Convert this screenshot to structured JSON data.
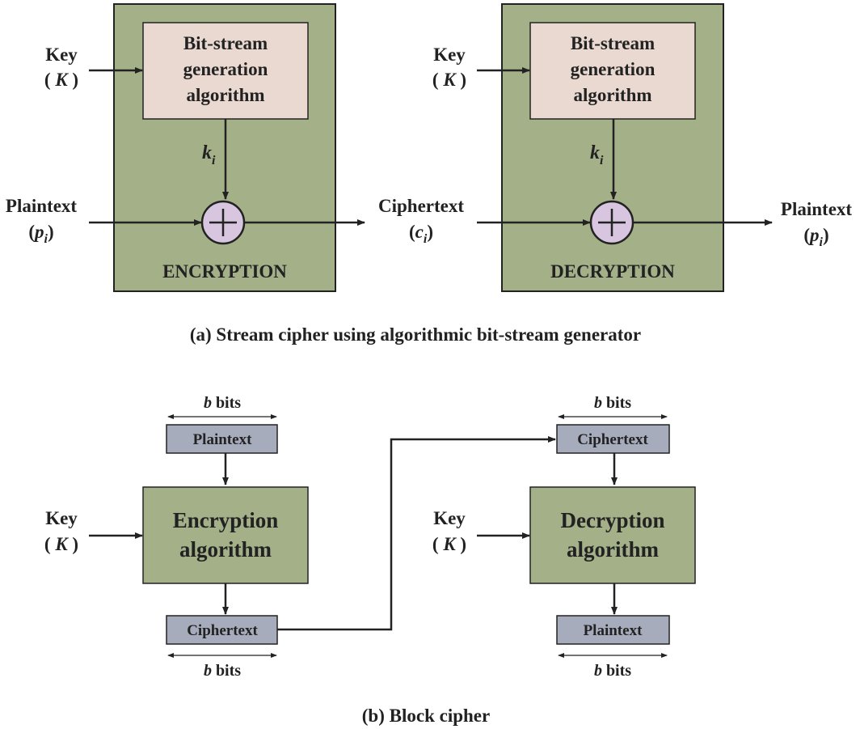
{
  "colors": {
    "outer_panel": "#a3b088",
    "generator_box": "#ead9d1",
    "xor_circle": "#d8c6e0",
    "block_box": "#a3b088",
    "small_box": "#a7acbd",
    "line": "#222222"
  },
  "stream": {
    "caption": "(a) Stream cipher using algorithmic bit-stream generator",
    "encryption": {
      "key_label": "Key",
      "key_symbol": "K",
      "generator_lines": [
        "Bit-stream",
        "generation",
        "algorithm"
      ],
      "keystream_base": "k",
      "keystream_sub": "i",
      "input_label": "Plaintext",
      "input_base": "p",
      "input_sub": "i",
      "panel_label": "ENCRYPTION"
    },
    "middle": {
      "label": "Ciphertext",
      "base": "c",
      "sub": "i"
    },
    "decryption": {
      "key_label": "Key",
      "key_symbol": "K",
      "generator_lines": [
        "Bit-stream",
        "generation",
        "algorithm"
      ],
      "keystream_base": "k",
      "keystream_sub": "i",
      "output_label": "Plaintext",
      "output_base": "p",
      "output_sub": "i",
      "panel_label": "DECRYPTION"
    }
  },
  "block": {
    "caption": "(b) Block cipher",
    "encryption": {
      "bits_top_var": "b",
      "bits_top_text": " bits",
      "input_box": "Plaintext",
      "key_label": "Key",
      "key_symbol": "K",
      "algo_lines": [
        "Encryption",
        "algorithm"
      ],
      "output_box": "Ciphertext",
      "bits_bottom_var": "b",
      "bits_bottom_text": " bits"
    },
    "decryption": {
      "bits_top_var": "b",
      "bits_top_text": " bits",
      "input_box": "Ciphertext",
      "key_label": "Key",
      "key_symbol": "K",
      "algo_lines": [
        "Decryption",
        "algorithm"
      ],
      "output_box": "Plaintext",
      "bits_bottom_var": "b",
      "bits_bottom_text": " bits"
    }
  }
}
